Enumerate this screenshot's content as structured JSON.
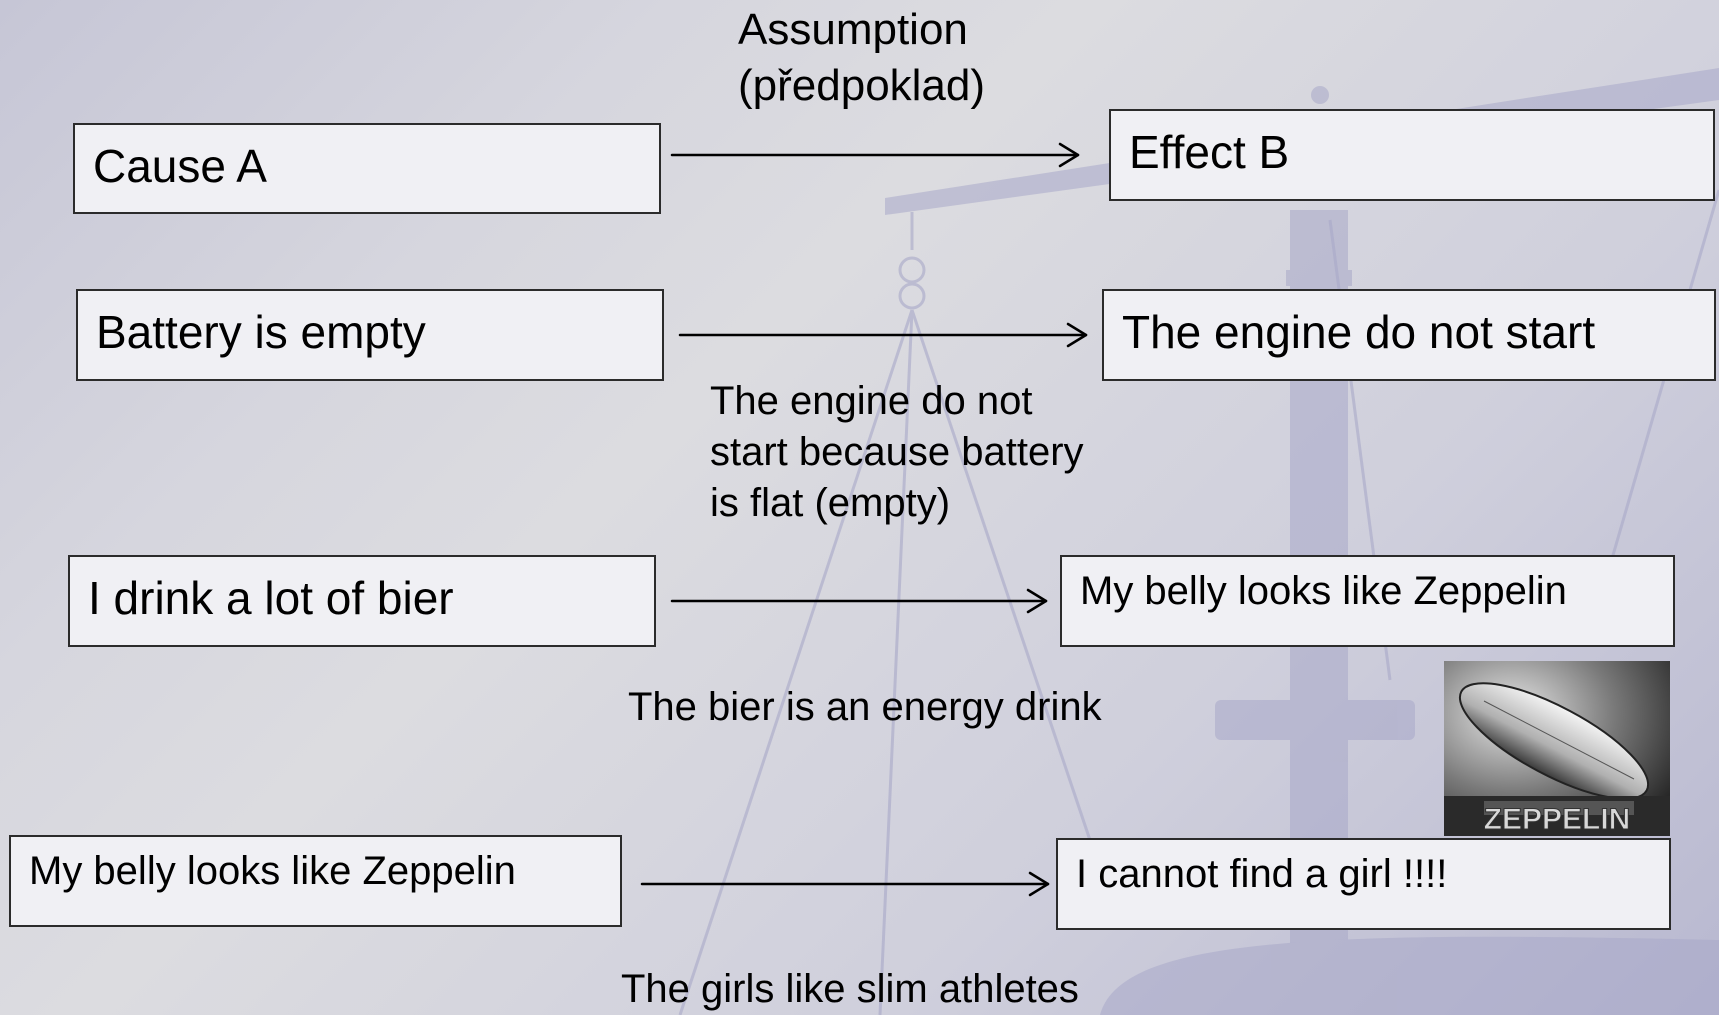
{
  "header": {
    "assumption_line1": "Assumption",
    "assumption_line2": "(předpoklad)"
  },
  "rows": [
    {
      "cause": "Cause A",
      "effect": "Effect B"
    },
    {
      "cause": "Battery is empty",
      "effect": "The engine do not start",
      "assumption": [
        "The engine do not",
        "start because battery",
        "is flat (empty)"
      ]
    },
    {
      "cause": "I drink a lot of bier",
      "effect": "My belly looks like Zeppelin",
      "assumption": [
        "The bier is an energy drink"
      ]
    },
    {
      "cause": "My belly looks like Zeppelin",
      "effect": "I cannot find a girl !!!!",
      "assumption": [
        "The girls like slim athletes"
      ]
    }
  ],
  "image": {
    "caption": "ZEPPELIN"
  },
  "colors": {
    "box_fill": "#f0f0f4",
    "box_border": "#2b2b2b",
    "background": "#d6d6de",
    "scale_watermark": "#a8a8c8"
  }
}
